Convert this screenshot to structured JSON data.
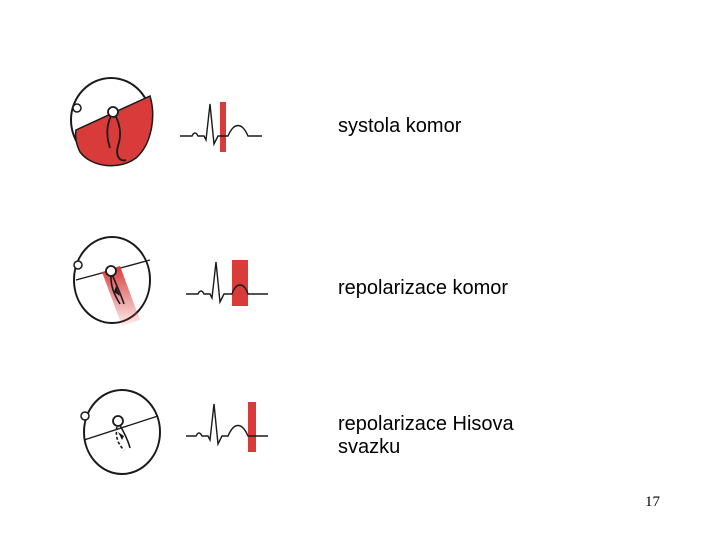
{
  "colors": {
    "accent": "#d93a3a",
    "line": "#1a1a1a",
    "background": "#ffffff"
  },
  "rows": [
    {
      "caption": "systola komor"
    },
    {
      "caption": "repolarizace komor"
    },
    {
      "caption": "repolarizace Hisova svazku"
    }
  ],
  "page_number": "17"
}
